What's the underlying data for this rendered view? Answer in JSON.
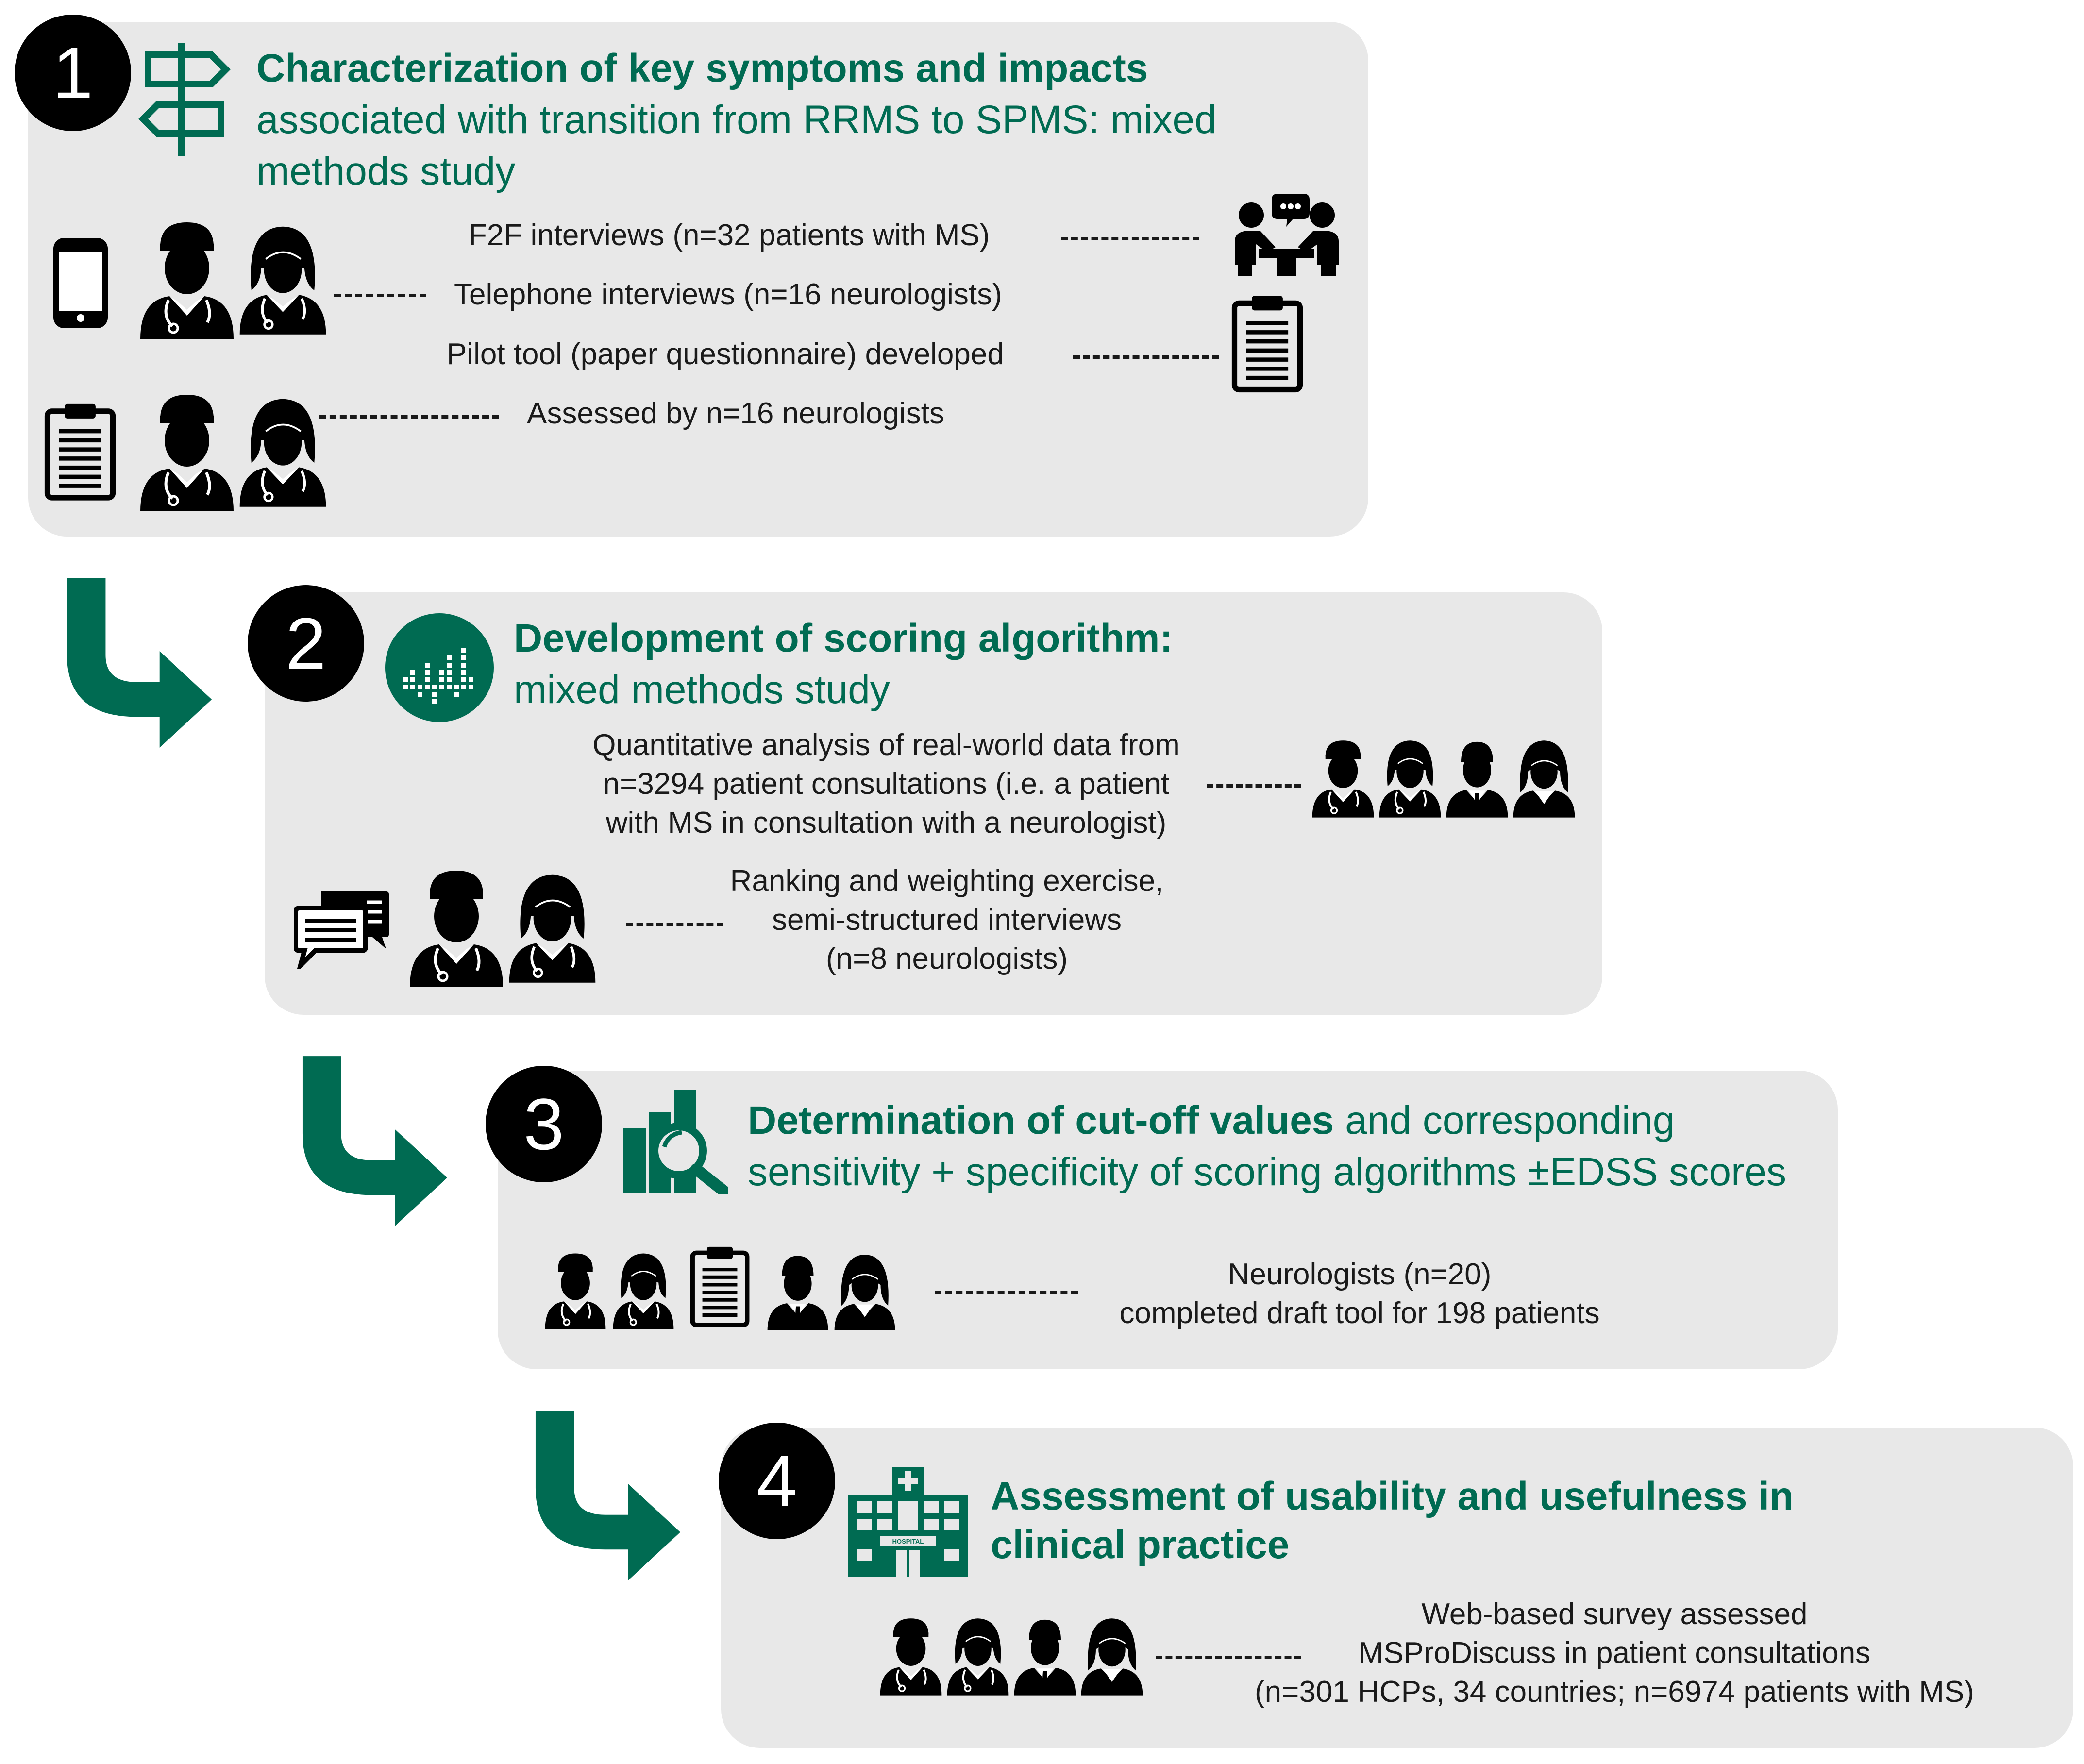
{
  "steps": [
    {
      "number": "1",
      "title_bold": "Characterization of key symptoms and impacts",
      "title_rest": "associated with transition from RRMS to SPMS: mixed methods study",
      "lines": [
        "F2F interviews (n=32 patients with MS)",
        "Telephone interviews (n=16 neurologists)",
        "Pilot tool (paper questionnaire) developed",
        "Assessed by n=16 neurologists"
      ]
    },
    {
      "number": "2",
      "title_bold": "Development of scoring algorithm:",
      "title_rest": "mixed methods study",
      "lines": [
        "Quantitative analysis of real-world data from",
        "n=3294 patient consultations (i.e. a patient",
        "with MS in consultation with a neurologist)",
        "Ranking and weighting exercise,",
        "semi-structured interviews",
        "(n=8 neurologists)"
      ]
    },
    {
      "number": "3",
      "title_bold": "Determination of cut-off values",
      "title_rest": " and corresponding sensitivity + specificity of scoring algorithms ±EDSS scores",
      "lines": [
        "Neurologists (n=20)",
        "completed draft tool for 198 patients"
      ]
    },
    {
      "number": "4",
      "title_bold": "Assessment of usability and usefulness in clinical practice",
      "title_rest": "",
      "hospital_sign": "HOSPITAL",
      "lines": [
        "Web-based survey assessed",
        "MSProDiscuss in patient consultations",
        "(n=301 HCPs, 34 countries; n=6974 patients with MS)"
      ]
    }
  ],
  "colors": {
    "accent": "#006b52",
    "panel": "#e8e8e8",
    "badge": "#000000"
  },
  "icons": [
    "signpost-icon",
    "phone-icon",
    "doctor-male-icon",
    "doctor-female-icon",
    "meeting-icon",
    "clipboard-icon",
    "data-circle-icon",
    "chat-bubbles-icon",
    "businessman-icon",
    "businesswoman-icon",
    "chart-magnifier-icon",
    "hospital-icon",
    "flow-arrow-icon"
  ]
}
